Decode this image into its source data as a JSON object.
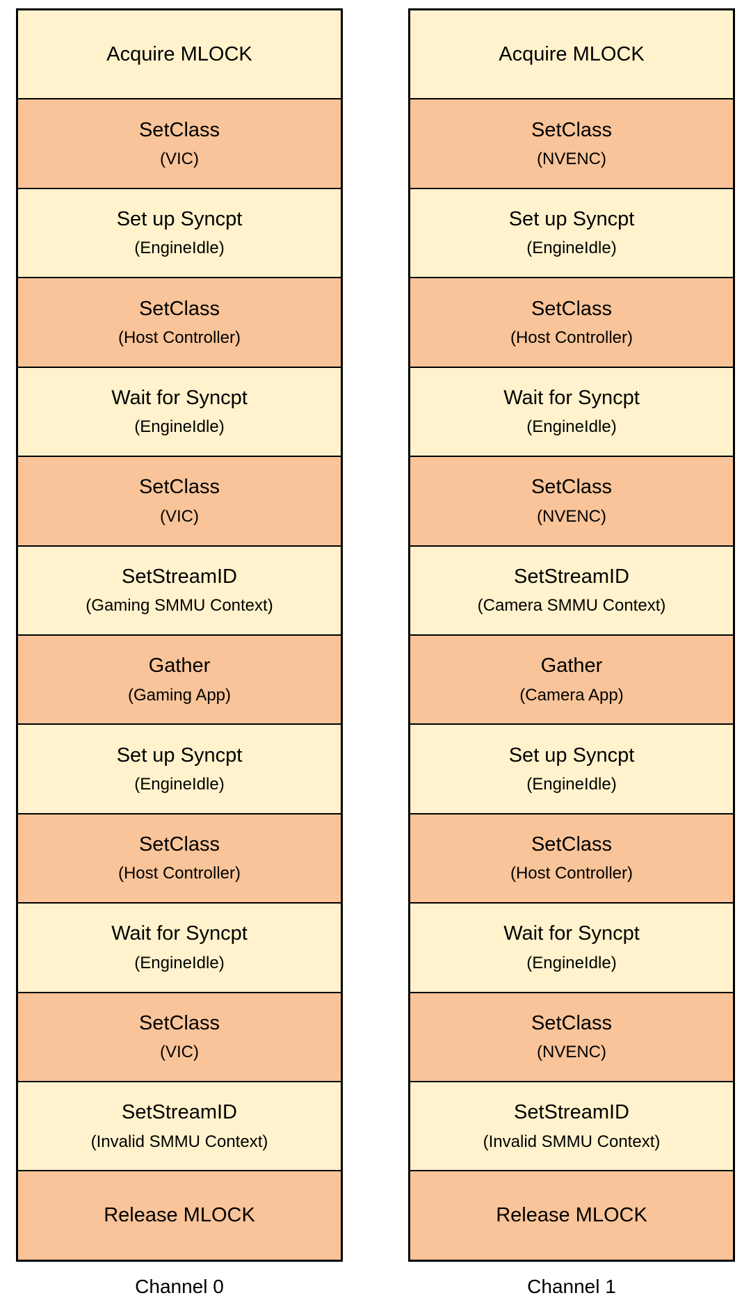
{
  "diagram": {
    "colors": {
      "cream": "#FFF2CC",
      "orange": "#F9C499",
      "border": "#000000",
      "text": "#000000",
      "background": "#FFFFFF"
    },
    "channels": [
      {
        "label": "Channel 0",
        "rows": [
          {
            "main": "Acquire MLOCK",
            "sub": "",
            "color": "cream"
          },
          {
            "main": "SetClass",
            "sub": "(VIC)",
            "color": "orange"
          },
          {
            "main": "Set up Syncpt",
            "sub": "(EngineIdle)",
            "color": "cream"
          },
          {
            "main": "SetClass",
            "sub": "(Host Controller)",
            "color": "orange"
          },
          {
            "main": "Wait for Syncpt",
            "sub": "(EngineIdle)",
            "color": "cream"
          },
          {
            "main": "SetClass",
            "sub": "(VIC)",
            "color": "orange"
          },
          {
            "main": "SetStreamID",
            "sub": "(Gaming SMMU Context)",
            "color": "cream"
          },
          {
            "main": "Gather",
            "sub": "(Gaming App)",
            "color": "orange"
          },
          {
            "main": "Set up Syncpt",
            "sub": "(EngineIdle)",
            "color": "cream"
          },
          {
            "main": "SetClass",
            "sub": "(Host Controller)",
            "color": "orange"
          },
          {
            "main": "Wait for Syncpt",
            "sub": "(EngineIdle)",
            "color": "cream"
          },
          {
            "main": "SetClass",
            "sub": "(VIC)",
            "color": "orange"
          },
          {
            "main": "SetStreamID",
            "sub": "(Invalid SMMU Context)",
            "color": "cream"
          },
          {
            "main": "Release MLOCK",
            "sub": "",
            "color": "orange"
          }
        ]
      },
      {
        "label": "Channel 1",
        "rows": [
          {
            "main": "Acquire MLOCK",
            "sub": "",
            "color": "cream"
          },
          {
            "main": "SetClass",
            "sub": "(NVENC)",
            "color": "orange"
          },
          {
            "main": "Set up Syncpt",
            "sub": "(EngineIdle)",
            "color": "cream"
          },
          {
            "main": "SetClass",
            "sub": "(Host Controller)",
            "color": "orange"
          },
          {
            "main": "Wait for Syncpt",
            "sub": "(EngineIdle)",
            "color": "cream"
          },
          {
            "main": "SetClass",
            "sub": "(NVENC)",
            "color": "orange"
          },
          {
            "main": "SetStreamID",
            "sub": "(Camera SMMU Context)",
            "color": "cream"
          },
          {
            "main": "Gather",
            "sub": "(Camera App)",
            "color": "orange"
          },
          {
            "main": "Set up Syncpt",
            "sub": "(EngineIdle)",
            "color": "cream"
          },
          {
            "main": "SetClass",
            "sub": "(Host Controller)",
            "color": "orange"
          },
          {
            "main": "Wait for Syncpt",
            "sub": "(EngineIdle)",
            "color": "cream"
          },
          {
            "main": "SetClass",
            "sub": "(NVENC)",
            "color": "orange"
          },
          {
            "main": "SetStreamID",
            "sub": "(Invalid SMMU Context)",
            "color": "cream"
          },
          {
            "main": "Release MLOCK",
            "sub": "",
            "color": "orange"
          }
        ]
      }
    ]
  }
}
